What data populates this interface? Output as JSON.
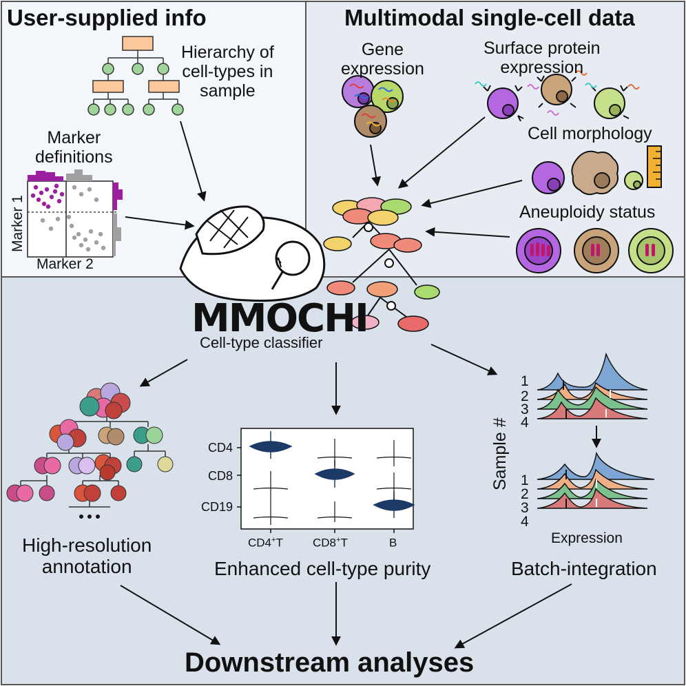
{
  "panels": {
    "user_info": {
      "title": "User-supplied info"
    },
    "multimodal": {
      "title": "Multimodal single-cell data"
    }
  },
  "hierarchy": {
    "label": "Hierarchy of\ncell-types in\nsample"
  },
  "markers": {
    "label": "Marker\ndefinitions",
    "x_axis": "Marker 2",
    "y_axis": "Marker 1"
  },
  "modalities": {
    "gene_expression": "Gene\nexpression",
    "surface_protein": "Surface protein\nexpression",
    "cell_morphology": "Cell morphology",
    "aneuploidy": "Aneuploidy status"
  },
  "classifier": {
    "name": "MMOCHI",
    "subtitle": "Cell-type classifier"
  },
  "outputs": {
    "high_resolution": "High-resolution\nannotation",
    "purity": "Enhanced cell-type purity",
    "batch": "Batch-integration"
  },
  "violin": {
    "rows": [
      "CD4",
      "CD8",
      "CD19"
    ],
    "cols": [
      {
        "base": "CD4",
        "sup": "+",
        "suffix": "T"
      },
      {
        "base": "CD8",
        "sup": "+",
        "suffix": "T"
      },
      {
        "base": "B",
        "sup": "",
        "suffix": ""
      }
    ]
  },
  "ridge": {
    "y_label": "Sample #",
    "samples": [
      "1",
      "2",
      "3",
      "4"
    ],
    "x_label": "Expression"
  },
  "downstream": "Downstream analyses",
  "colors": {
    "panel_top_left": "#f3f6fa",
    "panel_top_right": "#e6ecf2",
    "panel_bottom": "#d9e1ea",
    "purple": "#9b3aa6",
    "gray": "#a0a0a0",
    "navy": "#1c3a66",
    "node_green": "#9fd49a",
    "node_orange": "#fcc79a",
    "ridge_blue": "#7ea6d4",
    "ridge_orange": "#efae86",
    "ridge_green": "#7cc08d",
    "ridge_red": "#d97a7a"
  }
}
